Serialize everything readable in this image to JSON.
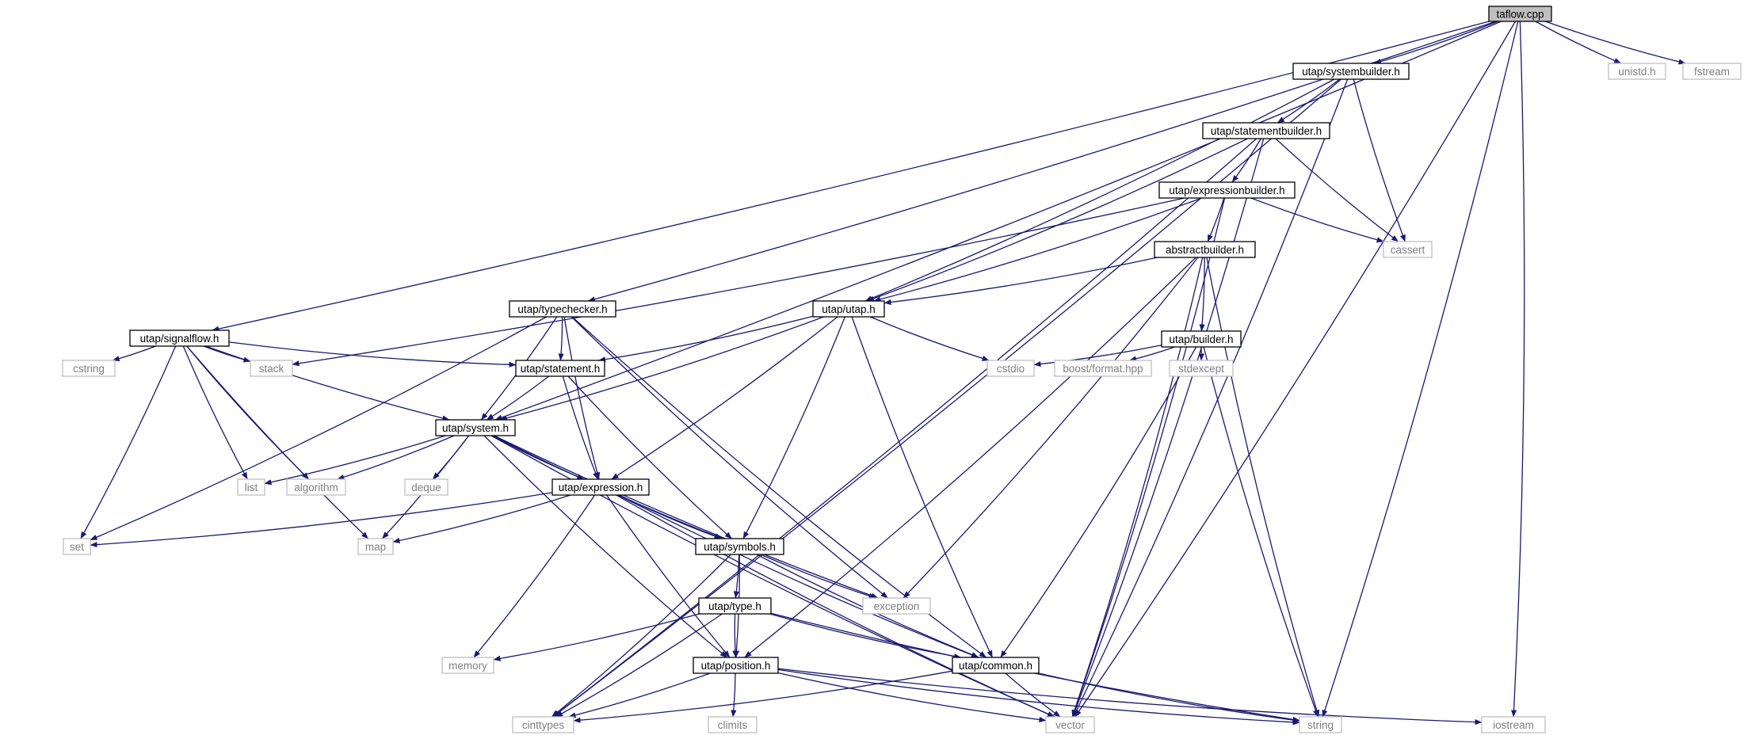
{
  "colors": {
    "edge": "#191970",
    "root_fill": "#bfbfbf",
    "local_border": "#000000",
    "system_border": "#bfbfbf",
    "system_text": "#7f7f7f",
    "text": "#000000"
  },
  "nodes": [
    {
      "id": "taflow",
      "label": "taflow.cpp",
      "kind": "root"
    },
    {
      "id": "unistd",
      "label": "unistd.h",
      "kind": "system"
    },
    {
      "id": "fstream",
      "label": "fstream",
      "kind": "system"
    },
    {
      "id": "systembuilder",
      "label": "utap/systembuilder.h",
      "kind": "local"
    },
    {
      "id": "statementbuilder",
      "label": "utap/statementbuilder.h",
      "kind": "local"
    },
    {
      "id": "expressionbuilder",
      "label": "utap/expressionbuilder.h",
      "kind": "local"
    },
    {
      "id": "cassert",
      "label": "cassert",
      "kind": "system"
    },
    {
      "id": "abstractbuilder",
      "label": "abstractbuilder.h",
      "kind": "local"
    },
    {
      "id": "signalflow",
      "label": "utap/signalflow.h",
      "kind": "local"
    },
    {
      "id": "typechecker",
      "label": "utap/typechecker.h",
      "kind": "local"
    },
    {
      "id": "utap",
      "label": "utap/utap.h",
      "kind": "local"
    },
    {
      "id": "builder",
      "label": "utap/builder.h",
      "kind": "local"
    },
    {
      "id": "cstring",
      "label": "cstring",
      "kind": "system"
    },
    {
      "id": "stack",
      "label": "stack",
      "kind": "system"
    },
    {
      "id": "statement",
      "label": "utap/statement.h",
      "kind": "local"
    },
    {
      "id": "cstdio",
      "label": "cstdio",
      "kind": "system"
    },
    {
      "id": "boostformat",
      "label": "boost/format.hpp",
      "kind": "system"
    },
    {
      "id": "stdexcept",
      "label": "stdexcept",
      "kind": "system"
    },
    {
      "id": "system",
      "label": "utap/system.h",
      "kind": "local"
    },
    {
      "id": "list",
      "label": "list",
      "kind": "system"
    },
    {
      "id": "algorithm",
      "label": "algorithm",
      "kind": "system"
    },
    {
      "id": "deque",
      "label": "deque",
      "kind": "system"
    },
    {
      "id": "expression",
      "label": "utap/expression.h",
      "kind": "local"
    },
    {
      "id": "set",
      "label": "set",
      "kind": "system"
    },
    {
      "id": "map",
      "label": "map",
      "kind": "system"
    },
    {
      "id": "symbols",
      "label": "utap/symbols.h",
      "kind": "local"
    },
    {
      "id": "exception",
      "label": "exception",
      "kind": "system"
    },
    {
      "id": "type",
      "label": "utap/type.h",
      "kind": "local"
    },
    {
      "id": "memory",
      "label": "memory",
      "kind": "system"
    },
    {
      "id": "position",
      "label": "utap/position.h",
      "kind": "local"
    },
    {
      "id": "common",
      "label": "utap/common.h",
      "kind": "local"
    },
    {
      "id": "climits",
      "label": "climits",
      "kind": "system"
    },
    {
      "id": "cinttypes",
      "label": "cinttypes",
      "kind": "system"
    },
    {
      "id": "vector",
      "label": "vector",
      "kind": "system"
    },
    {
      "id": "string",
      "label": "string",
      "kind": "system"
    },
    {
      "id": "iostream",
      "label": "iostream",
      "kind": "system"
    }
  ],
  "edges": [
    [
      "taflow",
      "systembuilder"
    ],
    [
      "taflow",
      "unistd"
    ],
    [
      "taflow",
      "fstream"
    ],
    [
      "taflow",
      "signalflow"
    ],
    [
      "taflow",
      "typechecker"
    ],
    [
      "taflow",
      "system"
    ],
    [
      "taflow",
      "string"
    ],
    [
      "taflow",
      "iostream"
    ],
    [
      "taflow",
      "vector"
    ],
    [
      "systembuilder",
      "statementbuilder"
    ],
    [
      "systembuilder",
      "utap"
    ],
    [
      "systembuilder",
      "cassert"
    ],
    [
      "systembuilder",
      "vector"
    ],
    [
      "systembuilder",
      "cinttypes"
    ],
    [
      "statementbuilder",
      "expressionbuilder"
    ],
    [
      "statementbuilder",
      "utap"
    ],
    [
      "statementbuilder",
      "cassert"
    ],
    [
      "statementbuilder",
      "vector"
    ],
    [
      "statementbuilder",
      "cinttypes"
    ],
    [
      "expressionbuilder",
      "abstractbuilder"
    ],
    [
      "expressionbuilder",
      "utap"
    ],
    [
      "expressionbuilder",
      "cassert"
    ],
    [
      "expressionbuilder",
      "vector"
    ],
    [
      "expressionbuilder",
      "stack"
    ],
    [
      "abstractbuilder",
      "builder"
    ],
    [
      "abstractbuilder",
      "utap"
    ],
    [
      "abstractbuilder",
      "exception"
    ],
    [
      "abstractbuilder",
      "position"
    ],
    [
      "abstractbuilder",
      "vector"
    ],
    [
      "abstractbuilder",
      "string"
    ],
    [
      "signalflow",
      "cstring"
    ],
    [
      "signalflow",
      "stack"
    ],
    [
      "signalflow",
      "statement"
    ],
    [
      "signalflow",
      "system"
    ],
    [
      "signalflow",
      "list"
    ],
    [
      "signalflow",
      "algorithm"
    ],
    [
      "signalflow",
      "set"
    ],
    [
      "signalflow",
      "map"
    ],
    [
      "typechecker",
      "statement"
    ],
    [
      "typechecker",
      "system"
    ],
    [
      "typechecker",
      "expression"
    ],
    [
      "typechecker",
      "set"
    ],
    [
      "typechecker",
      "exception"
    ],
    [
      "typechecker",
      "common"
    ],
    [
      "utap",
      "statement"
    ],
    [
      "utap",
      "system"
    ],
    [
      "utap",
      "expression"
    ],
    [
      "utap",
      "symbols"
    ],
    [
      "utap",
      "cstdio"
    ],
    [
      "utap",
      "common"
    ],
    [
      "builder",
      "cstdio"
    ],
    [
      "builder",
      "boostformat"
    ],
    [
      "builder",
      "stdexcept"
    ],
    [
      "builder",
      "common"
    ],
    [
      "builder",
      "string"
    ],
    [
      "statement",
      "system"
    ],
    [
      "statement",
      "expression"
    ],
    [
      "statement",
      "symbols"
    ],
    [
      "system",
      "list"
    ],
    [
      "system",
      "algorithm"
    ],
    [
      "system",
      "deque"
    ],
    [
      "system",
      "map"
    ],
    [
      "system",
      "expression"
    ],
    [
      "system",
      "symbols"
    ],
    [
      "system",
      "exception"
    ],
    [
      "system",
      "position"
    ],
    [
      "system",
      "vector"
    ],
    [
      "expression",
      "set"
    ],
    [
      "expression",
      "map"
    ],
    [
      "expression",
      "symbols"
    ],
    [
      "expression",
      "memory"
    ],
    [
      "expression",
      "position"
    ],
    [
      "expression",
      "common"
    ],
    [
      "expression",
      "vector"
    ],
    [
      "symbols",
      "type"
    ],
    [
      "symbols",
      "exception"
    ],
    [
      "symbols",
      "position"
    ],
    [
      "symbols",
      "common"
    ],
    [
      "symbols",
      "cinttypes"
    ],
    [
      "type",
      "memory"
    ],
    [
      "type",
      "position"
    ],
    [
      "type",
      "common"
    ],
    [
      "type",
      "cinttypes"
    ],
    [
      "type",
      "string"
    ],
    [
      "position",
      "climits"
    ],
    [
      "position",
      "cinttypes"
    ],
    [
      "position",
      "vector"
    ],
    [
      "position",
      "string"
    ],
    [
      "position",
      "iostream"
    ],
    [
      "common",
      "cinttypes"
    ],
    [
      "common",
      "vector"
    ],
    [
      "common",
      "string"
    ]
  ]
}
